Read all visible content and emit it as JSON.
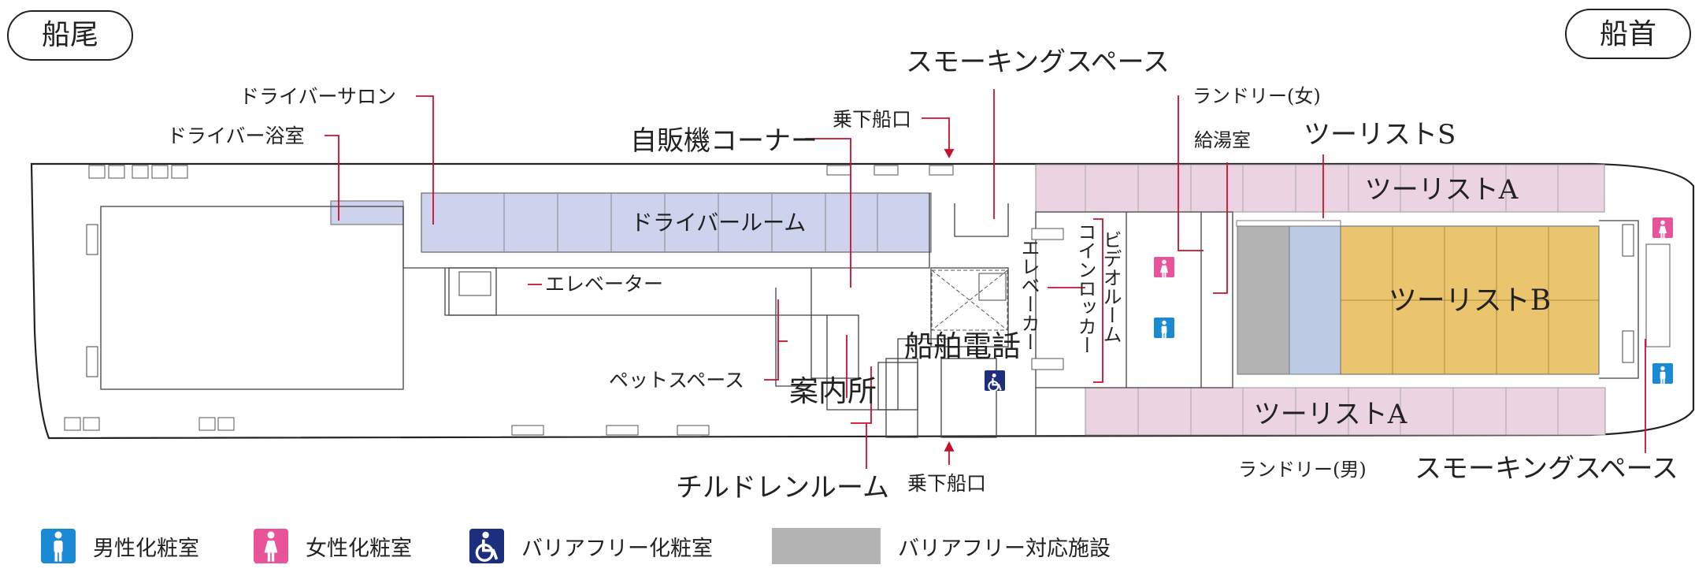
{
  "orientation": {
    "stern": "船尾",
    "bow": "船首"
  },
  "rooms": {
    "driver_room": "ドライバールーム",
    "tourist_a_top": "ツーリストA",
    "tourist_a_bottom": "ツーリストA",
    "tourist_b": "ツーリストB",
    "ship_phone": "船舶電話",
    "info_desk": "案内所"
  },
  "callouts": {
    "smoking_space_top": "スモーキングスペース",
    "driver_salon": "ドライバーサロン",
    "driver_bath": "ドライバー浴室",
    "boarding_top": "乗下船口",
    "vending_corner": "自販機コーナー",
    "laundry_women": "ランドリー(女)",
    "hot_water_room": "給湯室",
    "tourist_s": "ツーリストS",
    "elevator": "エレベーター",
    "video_room": "ビデオルーム",
    "coin_locker": "コインロッカー",
    "elevator_car": "エレベーカー",
    "pet_space": "ペットスペース",
    "children_room": "チルドレンルーム",
    "boarding_bottom": "乗下船口",
    "laundry_men": "ランドリー(男)",
    "smoking_space_bottom": "スモーキングスペース"
  },
  "legend": {
    "mens_restroom": "男性化粧室",
    "womens_restroom": "女性化粧室",
    "barrier_free_restroom": "バリアフリー化粧室",
    "barrier_free_facility": "バリアフリー対応施設"
  },
  "colors": {
    "tourist_a": "#ecd3e2",
    "tourist_b": "#ebc56e",
    "driver_room": "#cdd3ec",
    "barrier_free": "#b3b3b3",
    "tourist_s_blue": "#bccbe3",
    "mens": "#1a8ad4",
    "womens": "#e8539b",
    "accessible": "#1c2f7e",
    "callout_line": "#c8102e"
  },
  "icons": [
    "male-restroom-icon",
    "female-restroom-icon",
    "wheelchair-icon"
  ]
}
